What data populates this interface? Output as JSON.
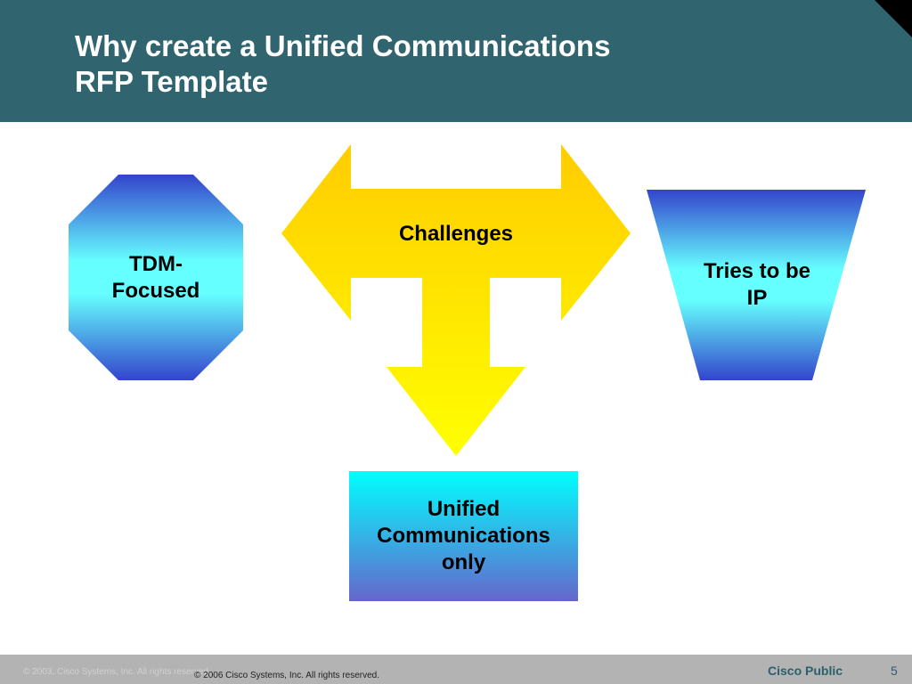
{
  "slide": {
    "title_line1": "Why create a Unified Communications",
    "title_line2": "RFP Template"
  },
  "diagram": {
    "center_label": "Challenges",
    "left_label_line1": "TDM-",
    "left_label_line2": "Focused",
    "right_label_line1": "Tries to be",
    "right_label_line2": "IP",
    "bottom_label_line1": "Unified",
    "bottom_label_line2": "Communications",
    "bottom_label_line3": "only"
  },
  "footer": {
    "old_copyright": "© 2003, Cisco Systems, Inc. All rights reserved.",
    "copyright": "© 2006 Cisco Systems, Inc. All rights reserved.",
    "classification": "Cisco Public",
    "page_number": "5"
  },
  "colors": {
    "header": "#306570",
    "arrow_top": "#FFCC00",
    "arrow_bottom": "#FFFF00",
    "shape_blue": "#3344CC",
    "shape_cyan": "#66FFFF"
  }
}
